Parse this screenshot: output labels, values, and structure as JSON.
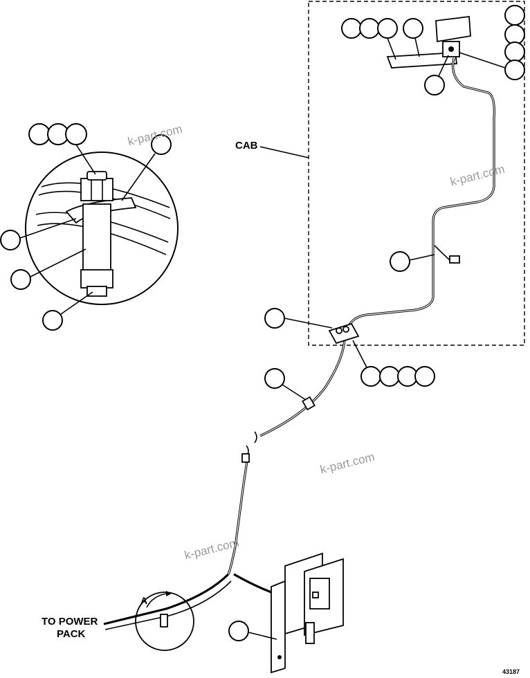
{
  "labels": {
    "cab": "CAB",
    "to_power_pack_line1": "TO POWER",
    "to_power_pack_line2": "PACK",
    "detail_a": "A",
    "drawing_number": "43187"
  },
  "watermarks": [
    "k-part.com",
    "k-part.com",
    "k-part.com",
    "k-part.com"
  ],
  "callout_groups": [
    {
      "name": "detail-nut-callouts",
      "count": 3
    },
    {
      "name": "detail-clamp-callout",
      "count": 1
    },
    {
      "name": "detail-tube-callout",
      "count": 1
    },
    {
      "name": "detail-fitting-callout",
      "count": 1
    },
    {
      "name": "detail-bottom-callout",
      "count": 1
    },
    {
      "name": "switch-bracket-callouts",
      "count": 3
    },
    {
      "name": "bracket-callout",
      "count": 1
    },
    {
      "name": "switch-callouts-right",
      "count": 4
    },
    {
      "name": "switch-mount-callout",
      "count": 1
    },
    {
      "name": "harness-callout",
      "count": 1
    },
    {
      "name": "bulkhead-callout",
      "count": 1
    },
    {
      "name": "bulkhead-hardware-callouts",
      "count": 4
    },
    {
      "name": "tube-callout",
      "count": 1
    },
    {
      "name": "pressure-switch-callout",
      "count": 1
    }
  ],
  "colors": {
    "line": "#000000",
    "watermark": "#9a9a9a",
    "background": "#ffffff"
  }
}
